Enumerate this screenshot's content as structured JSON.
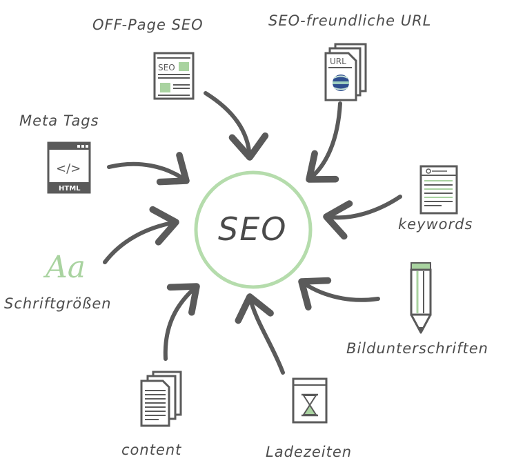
{
  "center": {
    "label": "SEO"
  },
  "nodes": {
    "offpage": {
      "label": "OFF-Page SEO",
      "icon": "seo-document-icon",
      "icon_text": "SEO"
    },
    "url": {
      "label": "SEO-freundliche URL",
      "icon": "url-documents-icon",
      "icon_text": "URL"
    },
    "meta": {
      "label": "Meta Tags",
      "icon": "html-browser-icon",
      "icon_text_code": "</>",
      "icon_text_html": "HTML"
    },
    "keywords": {
      "label": "keywords",
      "icon": "browser-page-icon"
    },
    "fonts": {
      "label": "Schriftgrößen",
      "icon": "aa-font-icon",
      "icon_text": "Aa"
    },
    "captions": {
      "label": "Bildunterschriften",
      "icon": "pencil-icon"
    },
    "content": {
      "label": "content",
      "icon": "stacked-documents-icon"
    },
    "loading": {
      "label": "Ladezeiten",
      "icon": "hourglass-icon"
    }
  },
  "colors": {
    "accent": "#a9d3a0",
    "ink": "#555555",
    "text": "#4d4d4d"
  }
}
